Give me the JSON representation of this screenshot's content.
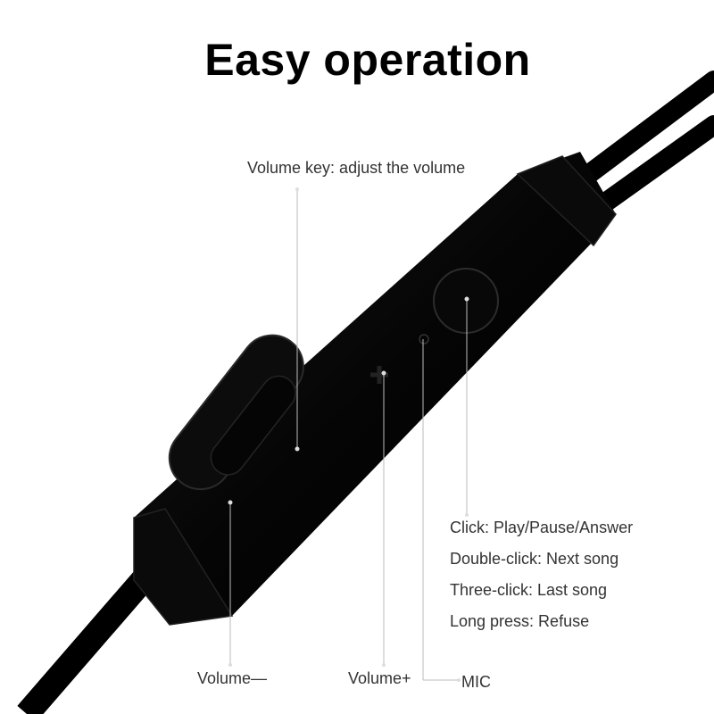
{
  "title": "Easy operation",
  "labels": {
    "volume_key": "Volume key: adjust the volume",
    "volume_minus": "Volume—",
    "volume_plus": "Volume+",
    "mic": "MIC"
  },
  "functions": [
    "Click: Play/Pause/Answer",
    "Double-click: Next song",
    "Three-click: Last song",
    "Long press: Refuse"
  ],
  "colors": {
    "body": "#000000",
    "background": "#ffffff",
    "text": "#333333",
    "callout_line": "#bbbbbb"
  }
}
